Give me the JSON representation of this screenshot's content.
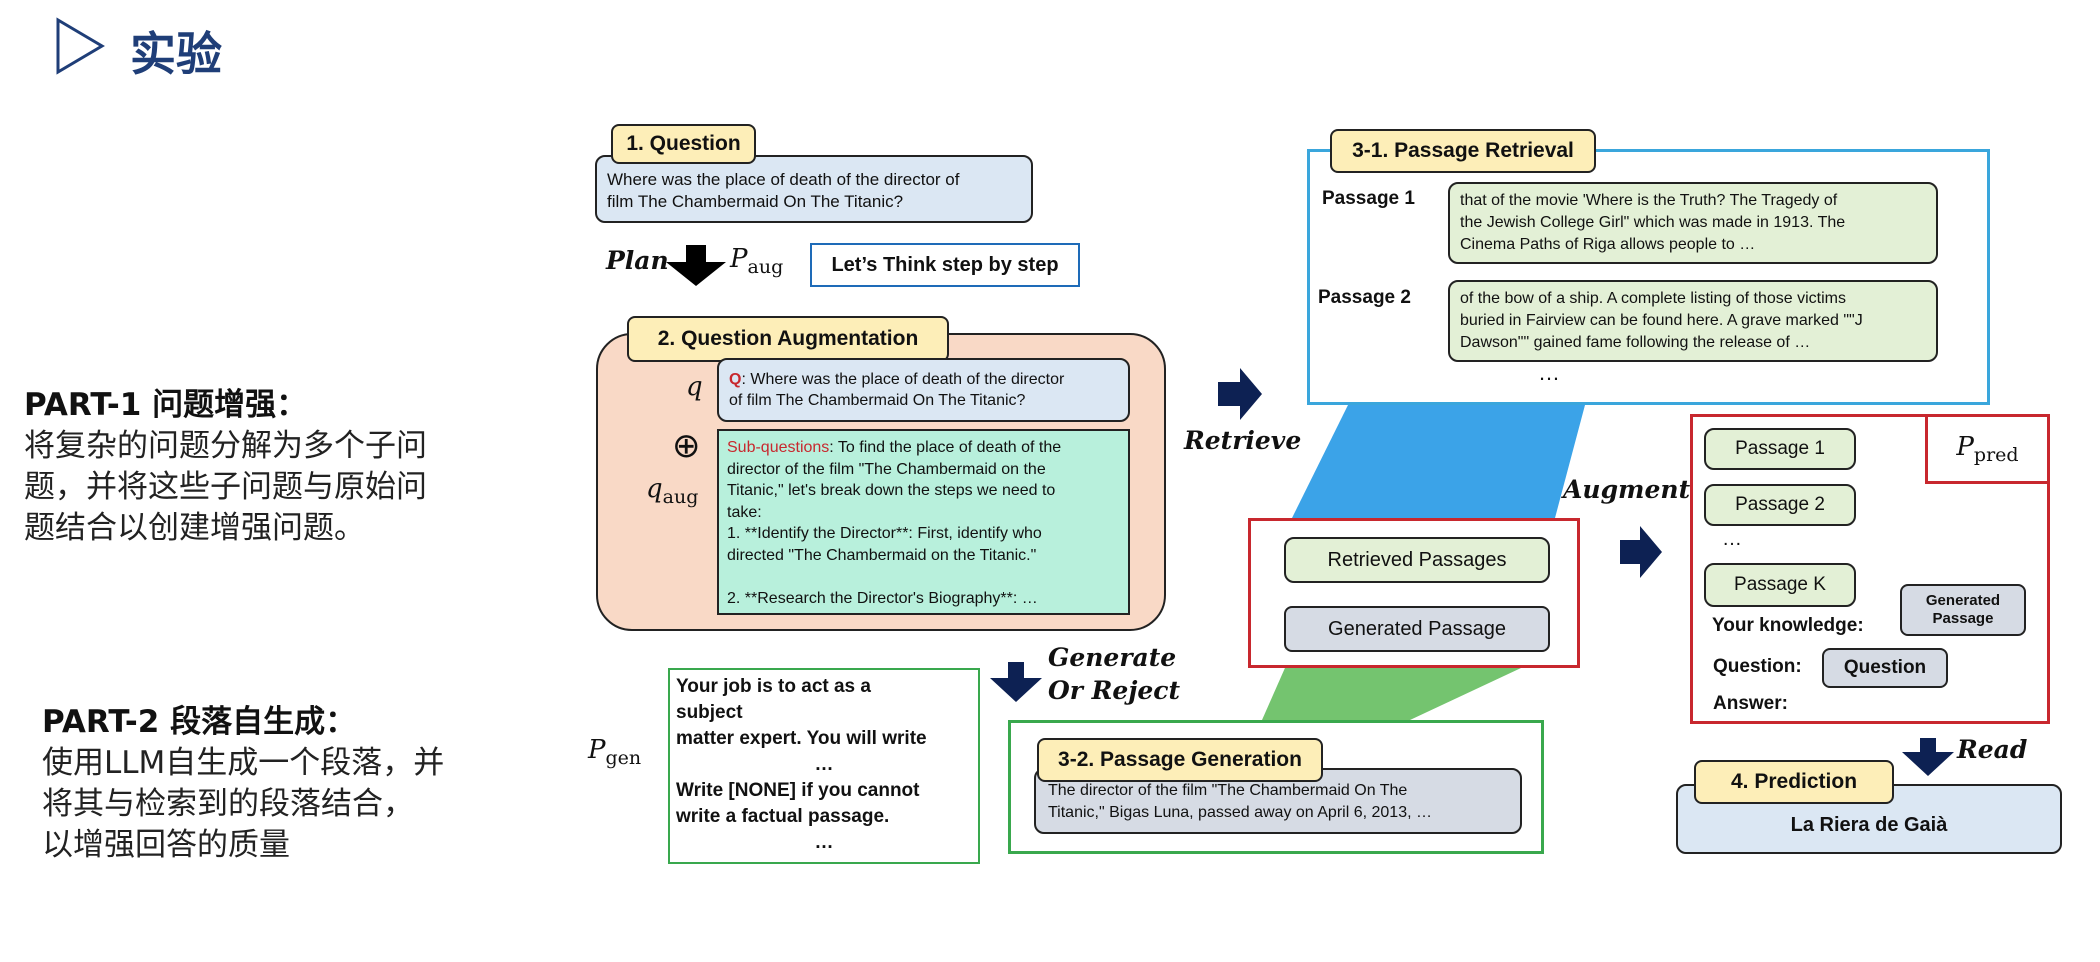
{
  "header": {
    "title": "实验"
  },
  "left": {
    "part1": {
      "heading": "PART-1 问题增强：",
      "lines": [
        "将复杂的问题分解为多个子问",
        "题，并将这些子问题与原始问",
        "题结合以创建增强问题。"
      ]
    },
    "part2": {
      "heading": "PART-2 段落自生成：",
      "lines": [
        "使用LLM自生成一个段落，并",
        "将其与检索到的段落结合，",
        "以增强回答的质量"
      ]
    }
  },
  "diagram": {
    "question": {
      "tag": "1. Question",
      "lines": [
        "Where was the place of death of the director of",
        "film The Chambermaid On The Titanic?"
      ]
    },
    "plan": {
      "label": "Plan",
      "p_aug_base": "P",
      "p_aug_sub": "aug",
      "prompt": "Let’s Think step by step"
    },
    "augmentation": {
      "tag": "2. Question Augmentation",
      "q_symbol": "q",
      "plus_symbol": "⊕",
      "qaug_base": "q",
      "qaug_sub": "aug",
      "q_prefix": "Q",
      "q_lines": [
        ": Where was the place of death of the director",
        "of film The Chambermaid On The Titanic?"
      ],
      "sub_prefix": "Sub-questions",
      "sub_lines": [
        ": To find the place of death of the",
        "director of the film \"The Chambermaid on the",
        "Titanic,\" let's break down the steps we need to",
        "take:",
        "1. **Identify the Director**: First, identify who",
        "directed \"The Chambermaid on the Titanic.\"",
        "",
        "2. **Research the Director's Biography**: …"
      ]
    },
    "retrieve_label": "Retrieve",
    "generate_label_1": "Generate",
    "generate_label_2": "Or Reject",
    "p_gen_base": "P",
    "p_gen_sub": "gen",
    "gen_prompt_lines": [
      "Your job is to act as a",
      "subject",
      "matter expert. You will write",
      "…",
      "Write [NONE] if you cannot",
      "write a factual passage.",
      "…"
    ],
    "retrieval": {
      "tag": "3-1. Passage Retrieval",
      "p1_label": "Passage  1",
      "p1_lines": [
        "that of the movie 'Where is the Truth? The Tragedy of",
        "the Jewish College Girl\" which was made in 1913. The",
        "Cinema Paths of Riga allows people to …"
      ],
      "p2_label": "Passage  2",
      "p2_lines": [
        "of the bow of a ship. A complete listing of those victims",
        "buried in Fairview can be found here. A grave marked \"\"J",
        "Dawson\"\" gained fame following the release of …"
      ],
      "ellipsis": "…"
    },
    "retrieved_passages": "Retrieved Passages",
    "generated_passage": "Generated Passage",
    "generation": {
      "tag": "3-2. Passage Generation",
      "lines": [
        "The director of the film \"The Chambermaid On The",
        "Titanic,\" Bigas Luna, passed away on April 6, 2013, …"
      ]
    },
    "augment_label": "Augment",
    "pred_prompt": {
      "p_pred_base": "P",
      "p_pred_sub": "pred",
      "passage1": "Passage 1",
      "passage2": "Passage 2",
      "ellipsis": "…",
      "passagek": "Passage K",
      "knowledge_label": "Your knowledge:",
      "generated_1": "Generated",
      "generated_2": "Passage",
      "question_label": "Question:",
      "question_chip": "Question",
      "answer_label": "Answer:"
    },
    "read_label": "Read",
    "prediction": {
      "tag": "4. Prediction",
      "answer": "La Riera de Gaià"
    }
  },
  "colors": {
    "title": "#1f3e78",
    "arrow": "#0d2153",
    "red_border": "#c8282e",
    "blue_border": "#3aa6dc",
    "green_border": "#39a84d",
    "red_text": "#c8282e"
  }
}
